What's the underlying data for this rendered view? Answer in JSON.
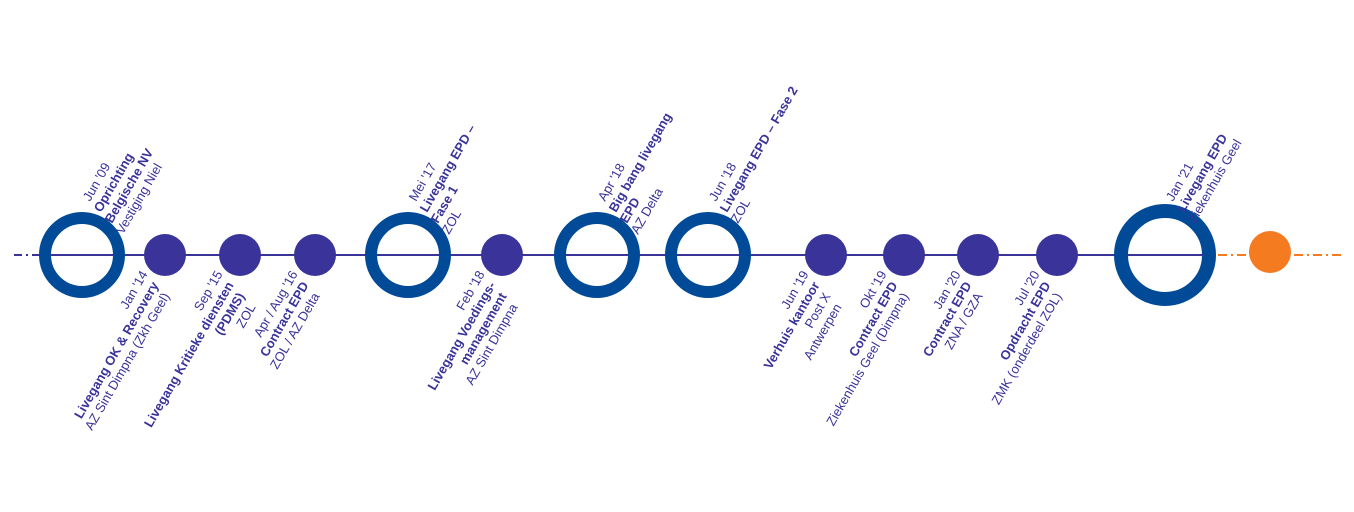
{
  "colors": {
    "line": "#3a3399",
    "ring": "#004a97",
    "dot": "#3a3399",
    "future": "#f47b20",
    "text": "#3a3399"
  },
  "milestones": [
    {
      "id": "oprichting",
      "kind": "ring",
      "side": "above",
      "date": "Jun '09",
      "title": [
        "Oprichting",
        "Belgische NV"
      ],
      "subtitle": [
        "Vestiging Niel"
      ]
    },
    {
      "id": "ok-recovery",
      "kind": "dot",
      "side": "below",
      "date": "Jan '14",
      "title": [
        "Livegang OK & Recovery"
      ],
      "subtitle": [
        "AZ Sint Dimpna (Zkh Geel)"
      ]
    },
    {
      "id": "pdms",
      "kind": "dot",
      "side": "below",
      "date": "Sep '15",
      "title": [
        "Livegang Kritieke diensten",
        "(PDMS)"
      ],
      "subtitle": [
        "ZOL"
      ]
    },
    {
      "id": "contract-zol",
      "kind": "dot",
      "side": "below",
      "date": "Apr / Aug '16",
      "title": [
        "Contract EPD"
      ],
      "subtitle": [
        "ZOL / AZ Delta"
      ]
    },
    {
      "id": "epd-fase1",
      "kind": "ring",
      "side": "above",
      "date": "Mei '17",
      "title": [
        "Livegang EPD –",
        "Fase 1"
      ],
      "subtitle": [
        "ZOL"
      ]
    },
    {
      "id": "voeding",
      "kind": "dot",
      "side": "below",
      "date": "Feb '18",
      "title": [
        "Livegang Voedings-",
        "management"
      ],
      "subtitle": [
        "AZ Sint Dimpna"
      ]
    },
    {
      "id": "big-bang",
      "kind": "ring",
      "side": "above",
      "date": "Apr '18",
      "title": [
        "Big bang livegang",
        "EPD"
      ],
      "subtitle": [
        "AZ Delta"
      ]
    },
    {
      "id": "epd-fase2",
      "kind": "ring",
      "side": "above",
      "date": "Jun '18",
      "title": [
        "Livegang EPD – Fase 2"
      ],
      "subtitle": [
        "ZOL"
      ]
    },
    {
      "id": "verhuis",
      "kind": "dot",
      "side": "below",
      "date": "Jun '19",
      "title": [
        "Verhuis kantoor"
      ],
      "subtitle": [
        "Post X",
        "Antwerpen"
      ]
    },
    {
      "id": "contract-dimpna",
      "kind": "dot",
      "side": "below",
      "date": "Okt '19",
      "title": [
        "Contract EPD"
      ],
      "subtitle": [
        "Ziekenhuis Geel (Dimpna)"
      ]
    },
    {
      "id": "contract-zna",
      "kind": "dot",
      "side": "below",
      "date": "Jan '20",
      "title": [
        "Contract EPD"
      ],
      "subtitle": [
        "ZNA / GZA"
      ]
    },
    {
      "id": "opdracht-zmk",
      "kind": "dot",
      "side": "below",
      "date": "Jul '20",
      "title": [
        "Opdracht EPD"
      ],
      "subtitle": [
        "ZMK (onderdeel ZOL)"
      ]
    },
    {
      "id": "livegang-geel",
      "kind": "ring",
      "side": "above",
      "date": "Jan '21",
      "title": [
        "Livegang EPD"
      ],
      "subtitle": [
        "Ziekenhuis Geel"
      ]
    },
    {
      "id": "future",
      "kind": "future"
    }
  ]
}
